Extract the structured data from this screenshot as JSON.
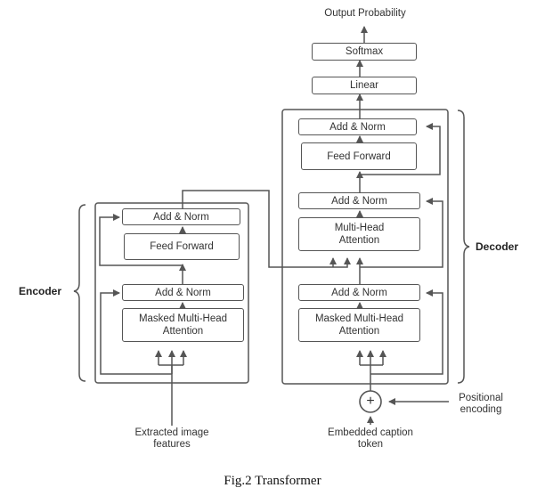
{
  "output_label": "Output Probability",
  "decoder_head": {
    "softmax": "Softmax",
    "linear": "Linear"
  },
  "encoder": {
    "label": "Encoder",
    "add_norm_top": "Add & Norm",
    "feed_forward": "Feed Forward",
    "add_norm_bottom": "Add & Norm",
    "attention_line1": "Masked Multi-Head",
    "attention_line2": "Attention",
    "input_line1": "Extracted image",
    "input_line2": "features"
  },
  "decoder": {
    "label": "Decoder",
    "add_norm_top": "Add & Norm",
    "feed_forward": "Feed Forward",
    "add_norm_mid": "Add & Norm",
    "mha_line1": "Multi-Head",
    "mha_line2": "Attention",
    "add_norm_bottom": "Add & Norm",
    "masked_line1": "Masked Multi-Head",
    "masked_line2": "Attention",
    "input_line1": "Embedded caption",
    "input_line2": "token",
    "positional_line1": "Positional",
    "positional_line2": "encoding",
    "plus_symbol": "+"
  },
  "caption": "Fig.2 Transformer"
}
